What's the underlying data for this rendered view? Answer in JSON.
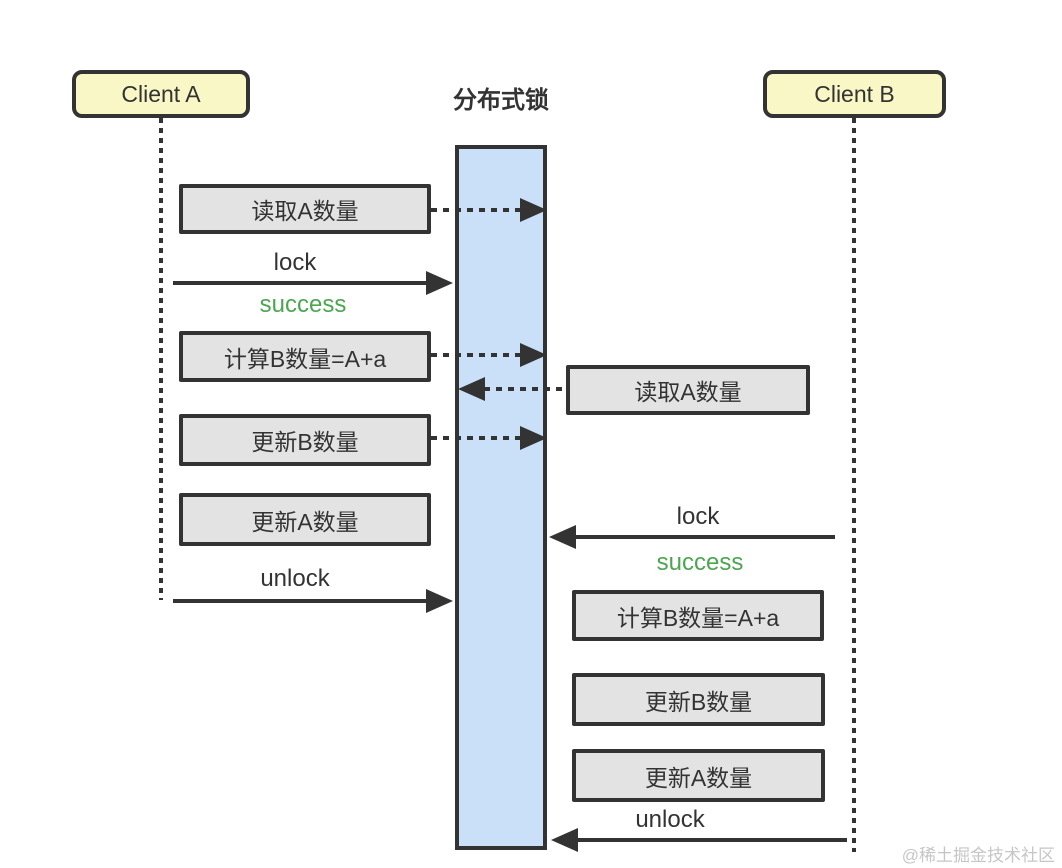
{
  "title": "分布式锁",
  "watermark": "@稀土掘金技术社区",
  "colors": {
    "actor_fill": "#FAF7C6",
    "lock_bar_fill": "#C9E0F8",
    "step_fill": "#E3E3E3",
    "line": "#333333",
    "success_green": "#4CA64F",
    "watermark_gray": "#C6C6C6",
    "background": "#FFFFFF"
  },
  "actors": {
    "client_a": {
      "label": "Client A"
    },
    "client_b": {
      "label": "Client B"
    }
  },
  "flows": {
    "client_a": {
      "read_a": "读取A数量",
      "lock": "lock",
      "lock_result": "success",
      "calc_b": "计算B数量=A+a",
      "update_b": "更新B数量",
      "update_a": "更新A数量",
      "unlock": "unlock"
    },
    "client_b": {
      "read_a": "读取A数量",
      "lock": "lock",
      "lock_result": "success",
      "calc_b": "计算B数量=A+a",
      "update_b": "更新B数量",
      "update_a": "更新A数量",
      "unlock": "unlock"
    }
  }
}
